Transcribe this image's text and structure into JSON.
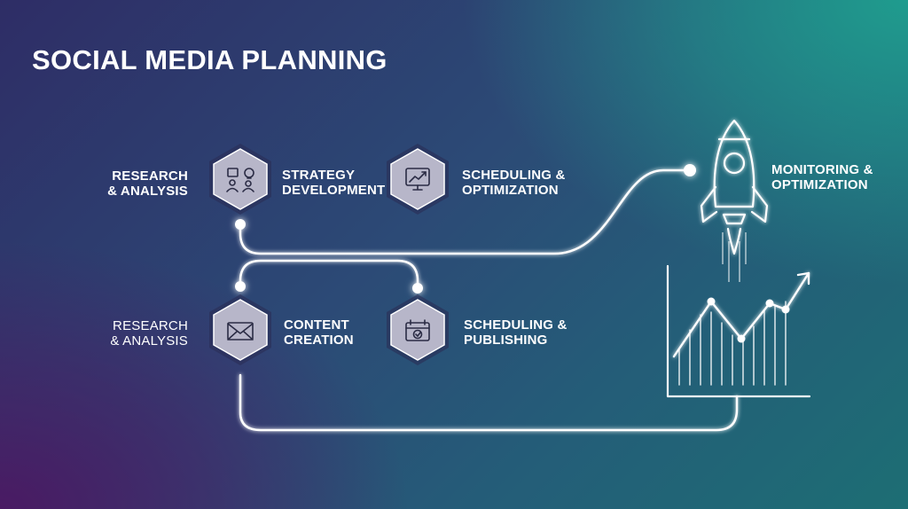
{
  "title": "SOCIAL MEDIA PLANNING",
  "colors": {
    "hex_fill": "#b7b6c9",
    "hex_stroke": "#ffffff",
    "icon_stroke": "#2b2c45",
    "path_glow": "#ffffff",
    "bg_teal": "#1f9c8e",
    "bg_purple": "#4a1a63"
  },
  "steps": [
    {
      "left_label": "RESEARCH\n& ANALYSIS",
      "right_label": "STRATEGY\nDEVELOPMENT",
      "icon": "team-idea-icon"
    },
    {
      "right_label": "SCHEDULING &\nOPTIMIZATION",
      "icon": "trend-chart-monitor-icon"
    },
    {
      "left_label": "RESEARCH\n& ANALYSIS",
      "right_label": "CONTENT\nCREATION",
      "icon": "envelope-icon"
    },
    {
      "right_label": "SCHEDULING &\nPUBLISHING",
      "icon": "calendar-check-icon"
    }
  ],
  "goal": {
    "label": "MONITORING &\nOPTIMIZATION",
    "icon": "rocket-icon",
    "chart_icon": "growth-chart-icon"
  }
}
